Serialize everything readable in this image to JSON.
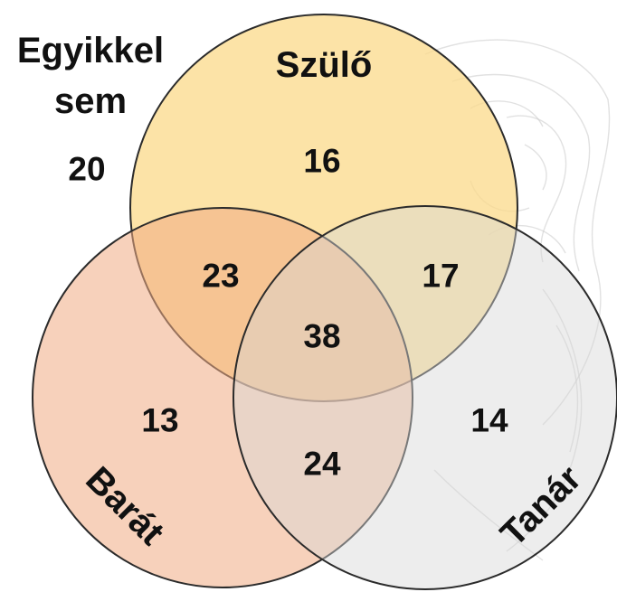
{
  "sets": {
    "szulo": {
      "label": "Szülő",
      "color": "#fbd98a"
    },
    "barat": {
      "label": "Barát",
      "color": "#f1ab84"
    },
    "tanar": {
      "label": "Tanár",
      "color": "#d7d7d7"
    }
  },
  "outside": {
    "label_line1": "Egyikkel",
    "label_line2": "sem",
    "value": "20"
  },
  "regions": {
    "szulo_only": "16",
    "barat_only": "13",
    "tanar_only": "14",
    "szulo_barat": "23",
    "szulo_tanar": "17",
    "barat_tanar": "24",
    "all_three": "38"
  },
  "outline_color": "#2b2b2b"
}
